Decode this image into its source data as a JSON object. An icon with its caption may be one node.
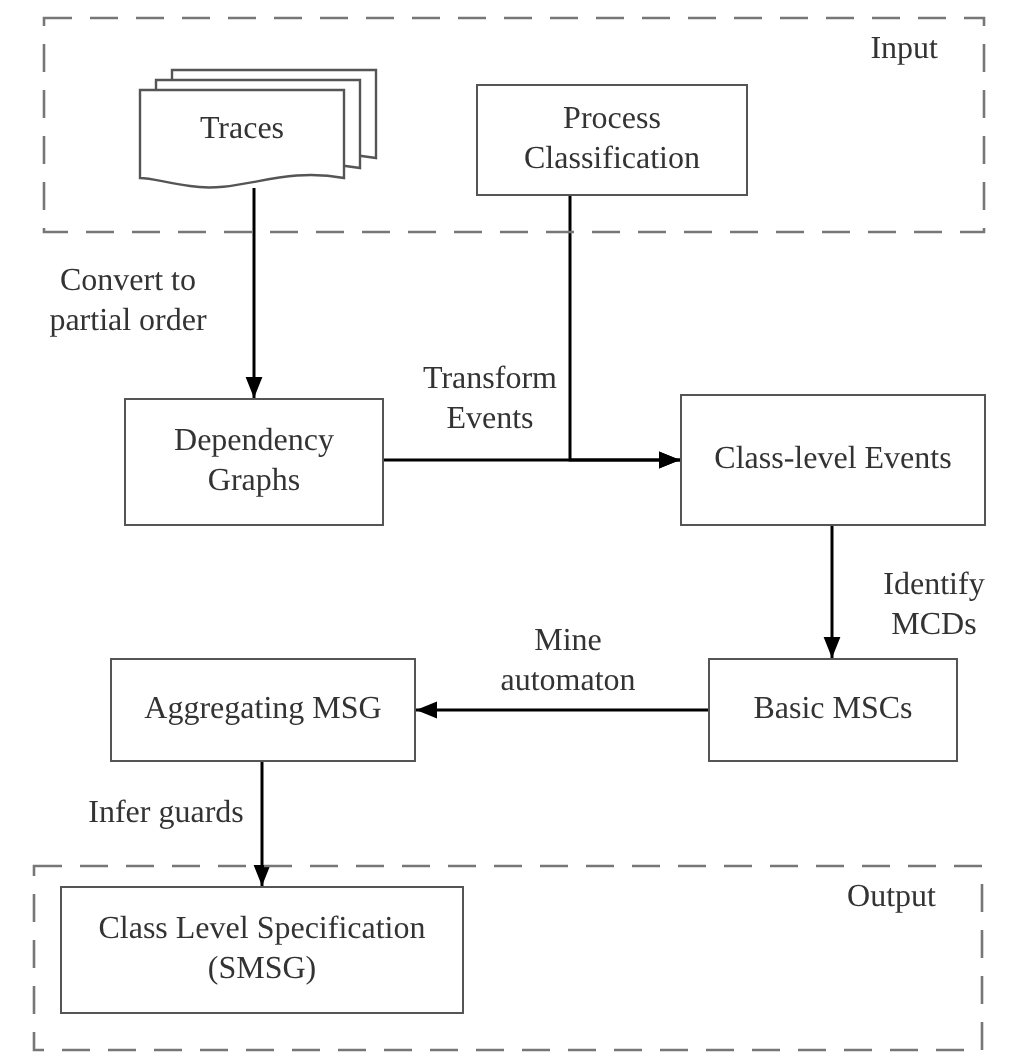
{
  "diagram": {
    "nodes": [
      {
        "text": [
          "Input"
        ]
      },
      {
        "text": [
          "Traces"
        ],
        "in": 0
      },
      {
        "text": [
          "Process Classification"
        ],
        "in": 0
      },
      {
        "text": [
          "Dependency Graphs"
        ]
      },
      {
        "text": [
          "Class-level Events"
        ]
      },
      {
        "text": [
          "Basic MSCs"
        ]
      },
      {
        "text": [
          "Aggregating MSG"
        ]
      },
      {
        "text": [
          "Output"
        ]
      },
      {
        "text": [
          "Class Level Specification (SMSG)"
        ],
        "in": 7
      }
    ],
    "edges": [
      {
        "from": 1,
        "to": 3,
        "arrow": "to",
        "label": "Convert to partial order"
      },
      {
        "from": 3,
        "to": 4,
        "arrow": "to",
        "label": "Transform Events"
      },
      {
        "from": 2,
        "to": 4,
        "arrow": "to"
      },
      {
        "from": 4,
        "to": 5,
        "arrow": "to",
        "label": "Identify MCDs"
      },
      {
        "from": 5,
        "to": 6,
        "arrow": "to",
        "label": "Mine automaton"
      },
      {
        "from": 6,
        "to": 8,
        "arrow": "to",
        "label": "Infer guards"
      }
    ]
  }
}
